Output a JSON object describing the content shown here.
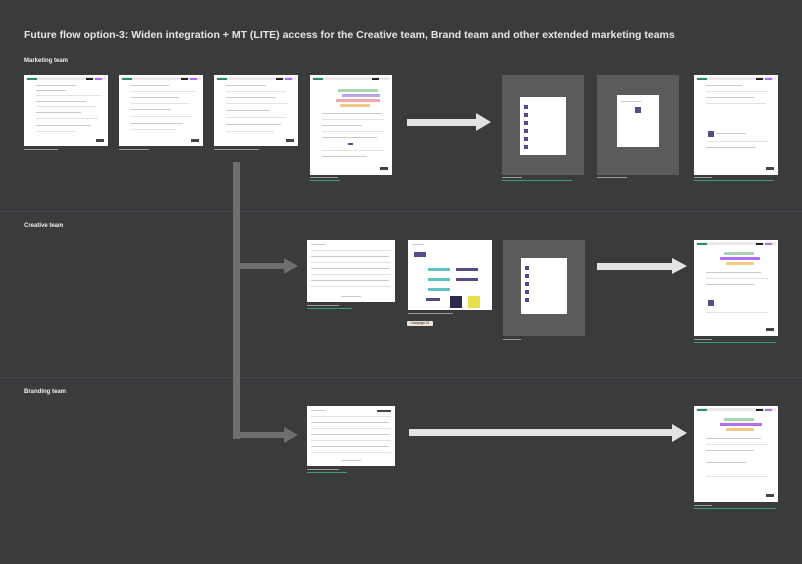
{
  "title": "Future flow option-3: Widen integration + MT (LITE) access for the Creative team, Brand team and other extended marketing teams",
  "lanes": {
    "marketing": "Marketing team",
    "creative": "Creative team",
    "branding": "Branding team"
  },
  "tag_label": "Campaign 01",
  "colors": {
    "background": "#3a3b3d",
    "arrow": "#e2e3e4",
    "connector": "#6d6e70",
    "accent_purple": "#b36cf2",
    "accent_green": "#2a8a6a"
  }
}
